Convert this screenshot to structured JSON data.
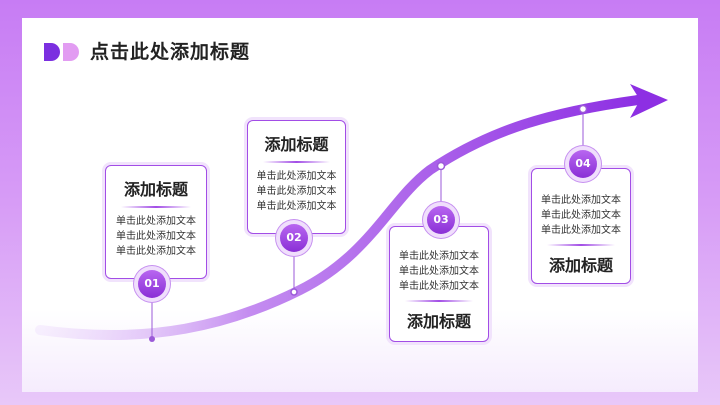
{
  "header": {
    "title": "点击此处添加标题"
  },
  "colors": {
    "accent": "#9b3fe3",
    "logo_left": "#7b2fe0",
    "logo_right": "#e29cf2"
  },
  "steps": [
    {
      "badge": "01",
      "heading": "添加标题",
      "lines": [
        "单击此处添加文本",
        "单击此处添加文本",
        "单击此处添加文本"
      ]
    },
    {
      "badge": "02",
      "heading": "添加标题",
      "lines": [
        "单击此处添加文本",
        "单击此处添加文本",
        "单击此处添加文本"
      ]
    },
    {
      "badge": "03",
      "heading": "添加标题",
      "lines": [
        "单击此处添加文本",
        "单击此处添加文本",
        "单击此处添加文本"
      ]
    },
    {
      "badge": "04",
      "heading": "添加标题",
      "lines": [
        "单击此处添加文本",
        "单击此处添加文本",
        "单击此处添加文本"
      ]
    }
  ]
}
